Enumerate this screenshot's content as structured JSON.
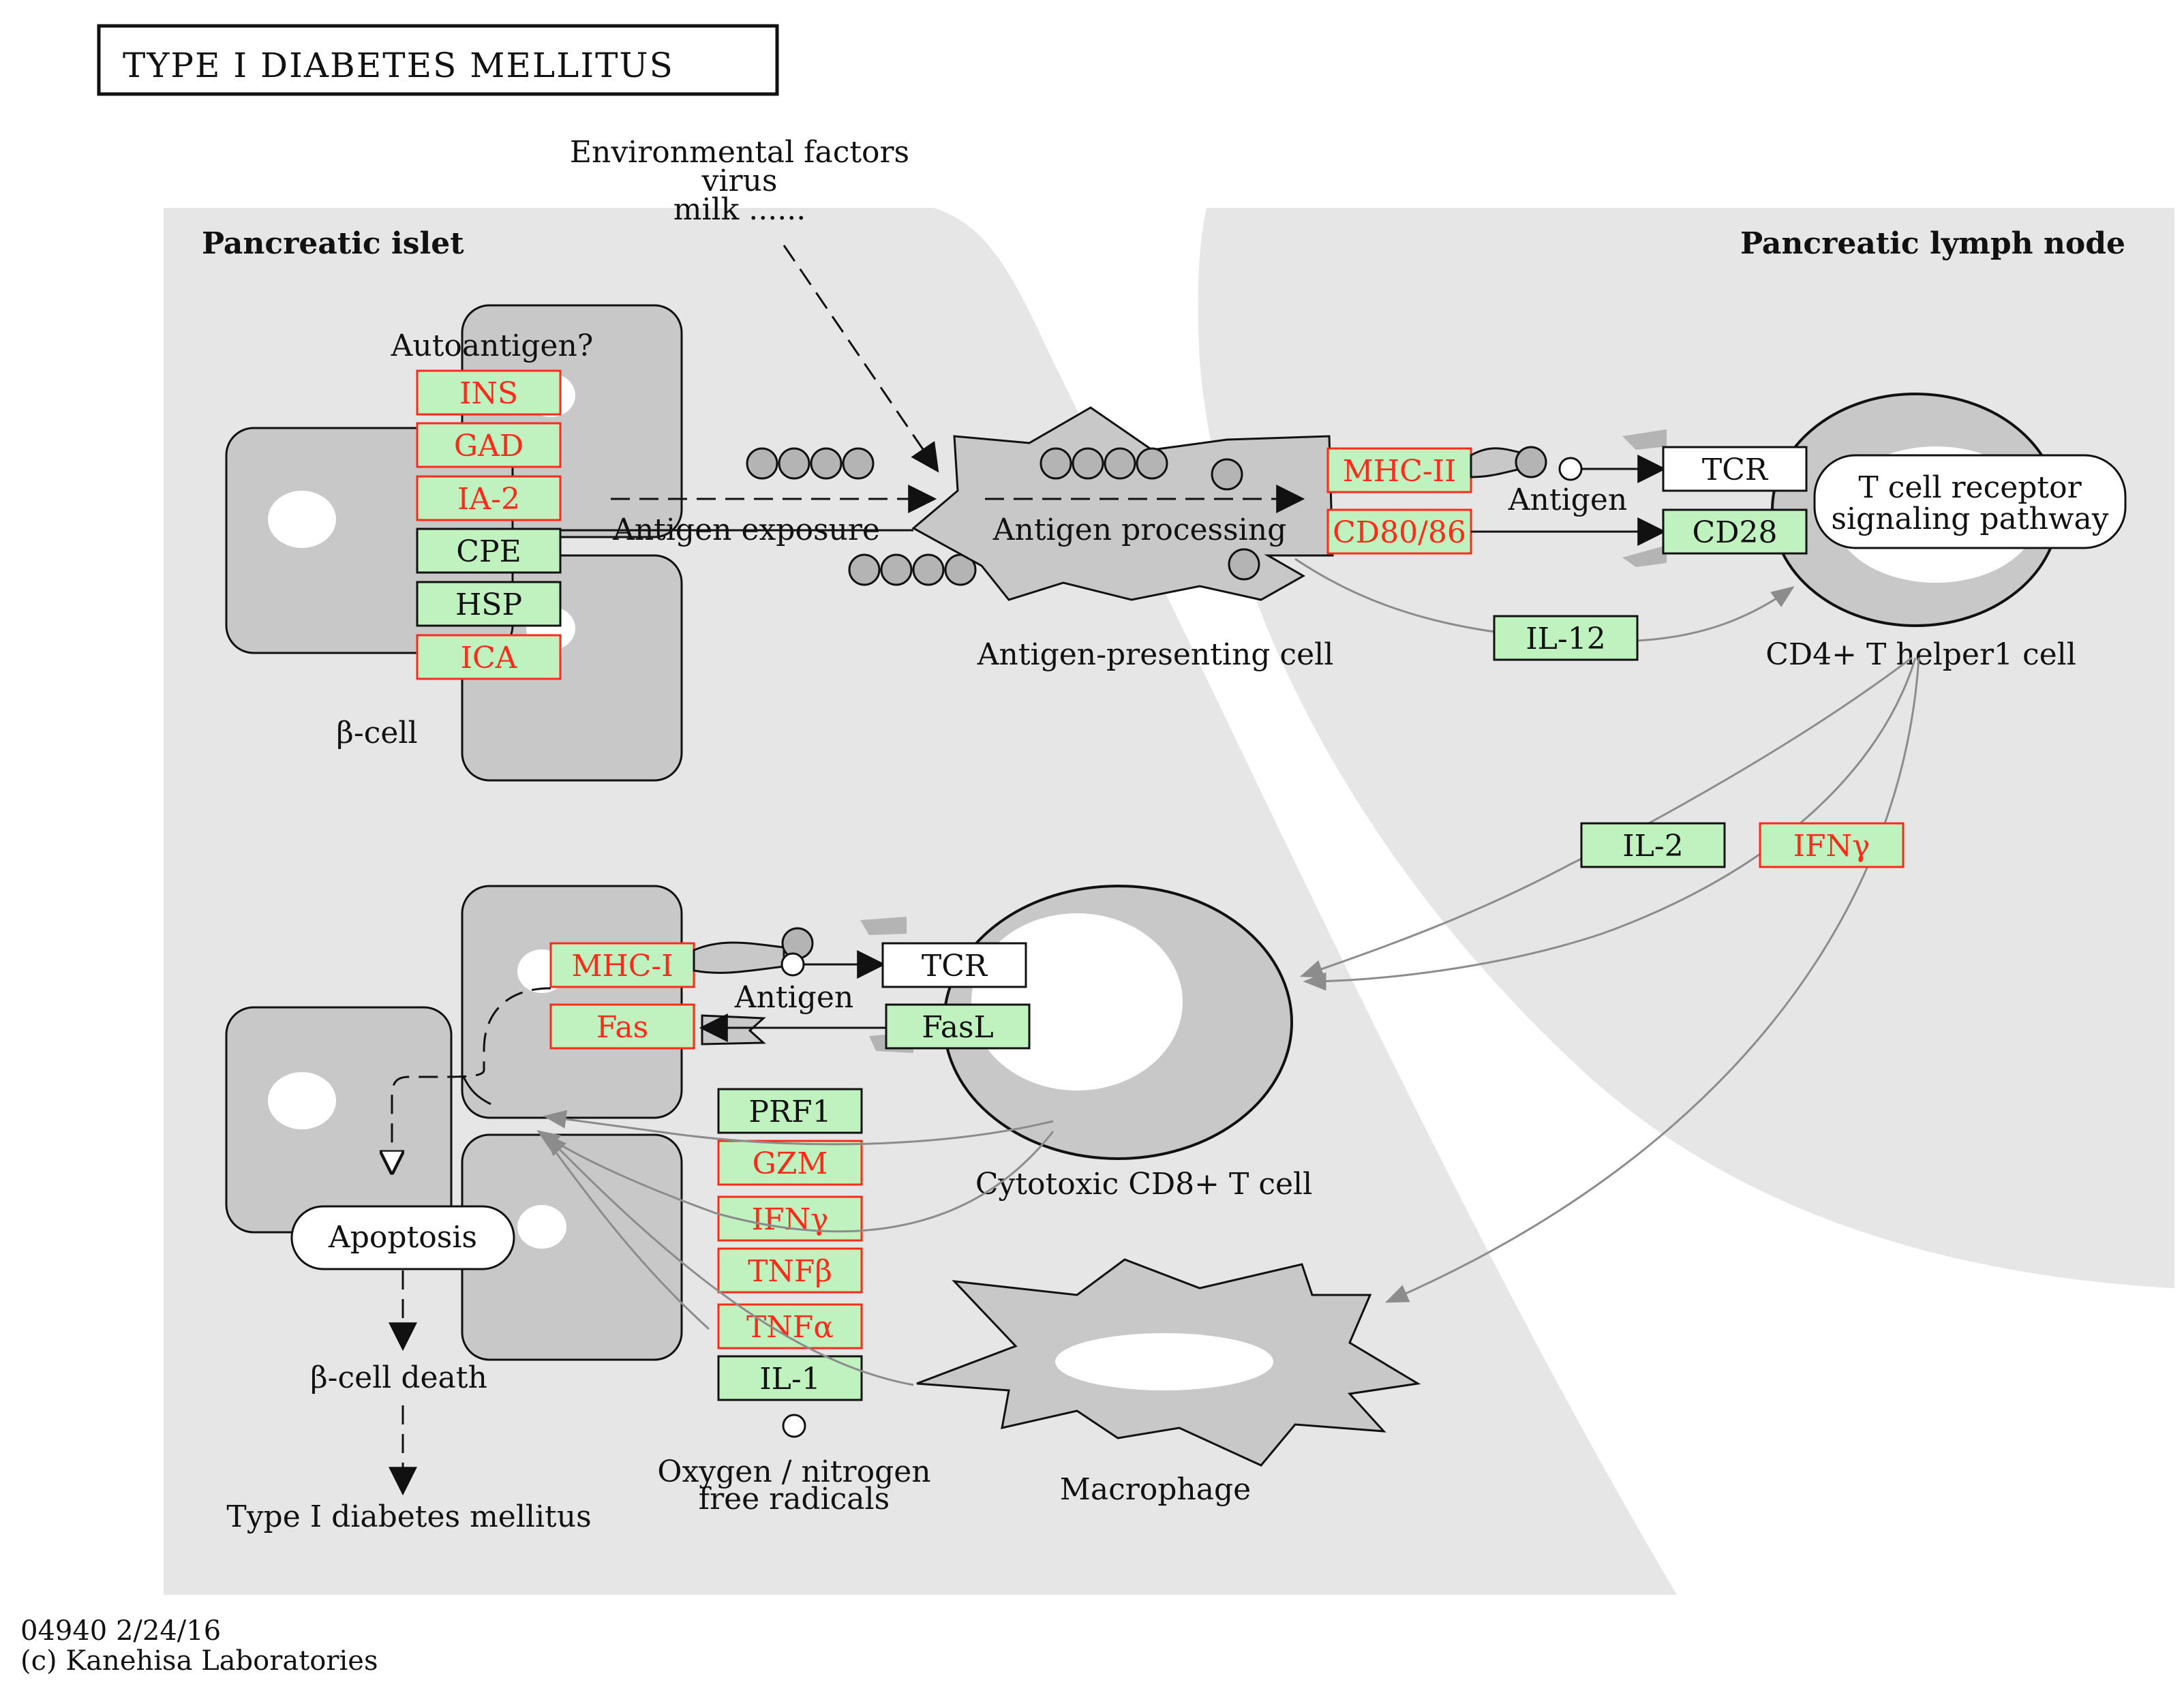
{
  "title": "TYPE I DIABETES MELLITUS",
  "colors": {
    "region_fill": "#e6e6e6",
    "cell_fill": "#c8c8c8",
    "gene_fill": "#bff2bf",
    "gene_border_normal": "#111111",
    "gene_border_red": "#ff2a1a",
    "gene_text_red": "#ff2a1a",
    "arrow_gray": "#8c8c8c"
  },
  "regions": {
    "islet": "Pancreatic islet",
    "lymph": "Pancreatic lymph node"
  },
  "environment": {
    "line1": "Environmental factors",
    "line2": "virus",
    "line3": "milk ......"
  },
  "labels": {
    "autoantigen": "Autoantigen?",
    "beta_cell": "β-cell",
    "antigen_exposure": "Antigen exposure",
    "antigen_processing": "Antigen processing",
    "apc": "Antigen-presenting cell",
    "antigen_top": "Antigen",
    "antigen_bottom": "Antigen",
    "cd4": "CD4+ T helper1 cell",
    "cd8": "Cytotoxic CD8+ T cell",
    "macrophage": "Macrophage",
    "beta_death": "β-cell death",
    "t1dm": "Type I diabetes mellitus",
    "oxygen_1": "Oxygen / nitrogen",
    "oxygen_2": "free radicals"
  },
  "pathways": {
    "tcr_signaling_1": "T cell receptor",
    "tcr_signaling_2": "signaling pathway",
    "apoptosis": "Apoptosis"
  },
  "genes": {
    "ins": {
      "label": "INS",
      "red": true
    },
    "gad": {
      "label": "GAD",
      "red": true
    },
    "ia2": {
      "label": "IA-2",
      "red": true
    },
    "cpe": {
      "label": "CPE",
      "red": false
    },
    "hsp": {
      "label": "HSP",
      "red": false
    },
    "ica": {
      "label": "ICA",
      "red": true
    },
    "mhc2": {
      "label": "MHC-II",
      "red": true
    },
    "cd8086": {
      "label": "CD80/86",
      "red": true
    },
    "tcr_top": {
      "label": "TCR",
      "red": false
    },
    "cd28": {
      "label": "CD28",
      "red": false
    },
    "il12": {
      "label": "IL-12",
      "red": false
    },
    "il2": {
      "label": "IL-2",
      "red": false
    },
    "ifng_top": {
      "label": "IFNγ",
      "red": true
    },
    "mhc1": {
      "label": "MHC-I",
      "red": true
    },
    "fas": {
      "label": "Fas",
      "red": true
    },
    "tcr_bottom": {
      "label": "TCR",
      "red": false
    },
    "fasl": {
      "label": "FasL",
      "red": false
    },
    "prf1": {
      "label": "PRF1",
      "red": false
    },
    "gzm": {
      "label": "GZM",
      "red": true
    },
    "ifng_bottom": {
      "label": "IFNγ",
      "red": true
    },
    "tnfb": {
      "label": "TNFβ",
      "red": true
    },
    "tnfa": {
      "label": "TNFα",
      "red": true
    },
    "il1": {
      "label": "IL-1",
      "red": false
    }
  },
  "footer": {
    "line1": "04940 2/24/16",
    "line2": "(c) Kanehisa Laboratories"
  }
}
